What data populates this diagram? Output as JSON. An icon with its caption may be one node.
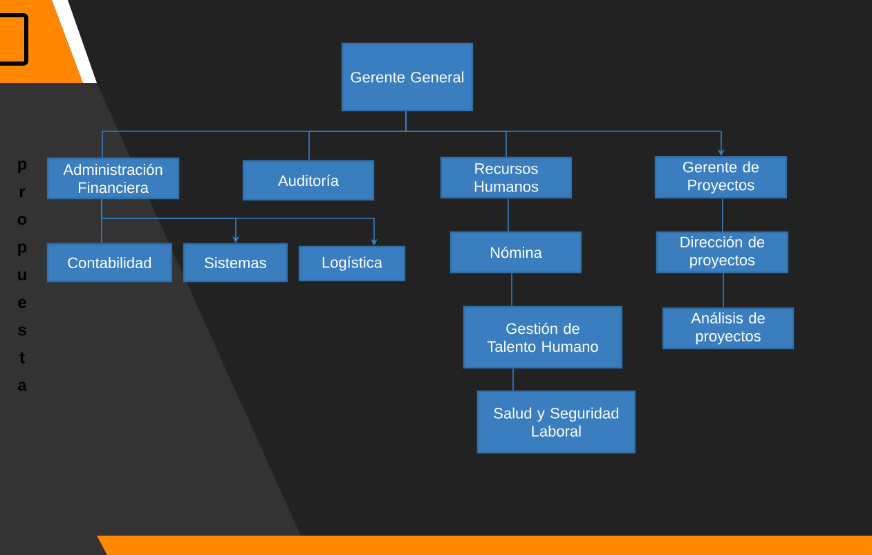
{
  "diagram": {
    "nodes": [
      {
        "text": [
          "Gerente General"
        ]
      },
      {
        "text": [
          "Administración Financiera"
        ]
      },
      {
        "text": [
          "Auditoría"
        ]
      },
      {
        "text": [
          "Recursos Humanos"
        ]
      },
      {
        "text": [
          "Gerente de Proyectos"
        ]
      },
      {
        "text": [
          "Contabilidad"
        ]
      },
      {
        "text": [
          "Sistemas"
        ]
      },
      {
        "text": [
          "Logística"
        ]
      },
      {
        "text": [
          "Nómina"
        ]
      },
      {
        "text": [
          "Dirección de proyectos"
        ]
      },
      {
        "text": [
          "Gestión de Talento Humano"
        ]
      },
      {
        "text": [
          "Análisis de proyectos"
        ]
      },
      {
        "text": [
          "Salud y Seguridad Laboral"
        ]
      }
    ],
    "edges": [
      {
        "from": 0,
        "to": 1,
        "arrow": "none"
      },
      {
        "from": 0,
        "to": 2,
        "arrow": "none"
      },
      {
        "from": 0,
        "to": 3,
        "arrow": "none"
      },
      {
        "from": 0,
        "to": 4,
        "arrow": "to"
      },
      {
        "from": 1,
        "to": 5,
        "arrow": "none"
      },
      {
        "from": 1,
        "to": 6,
        "arrow": "to"
      },
      {
        "from": 1,
        "to": 7,
        "arrow": "to"
      },
      {
        "from": 3,
        "to": 8,
        "arrow": "none"
      },
      {
        "from": 8,
        "to": 10,
        "arrow": "none"
      },
      {
        "from": 10,
        "to": 12,
        "arrow": "none"
      },
      {
        "from": 4,
        "to": 9,
        "arrow": "none"
      },
      {
        "from": 9,
        "to": 11,
        "arrow": "none"
      }
    ],
    "labels": [
      "propuesta"
    ]
  }
}
